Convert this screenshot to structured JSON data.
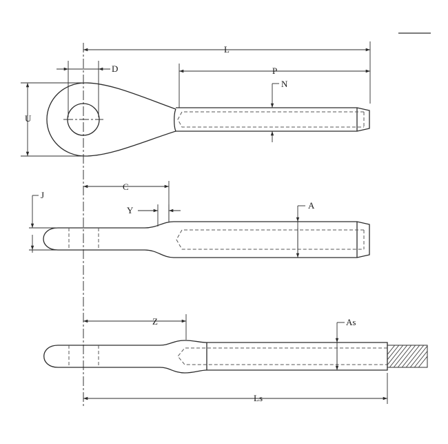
{
  "drawing": {
    "views": [
      "eye-top-view",
      "eye-side-view",
      "swage-side-view"
    ],
    "labels": {
      "L": "L",
      "P": "P",
      "D": "D",
      "N": "N",
      "U": "U",
      "J": "J",
      "C": "C",
      "Y": "Y",
      "A": "A",
      "Z": "Z",
      "As": "As",
      "Ls": "Ls"
    },
    "colors": {
      "line": "#2a2a2a",
      "background": "#ffffff"
    }
  }
}
